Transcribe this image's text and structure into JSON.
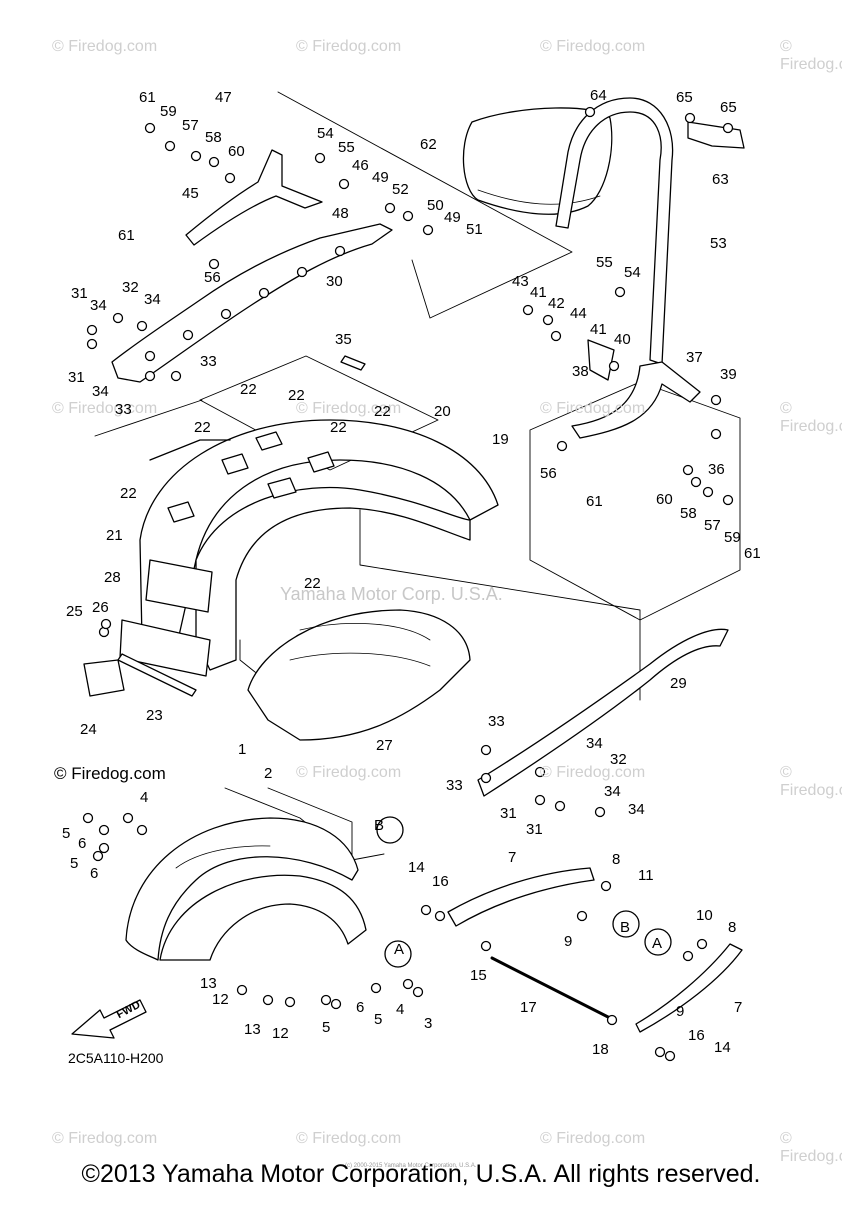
{
  "watermark_text": "© Firedog.com",
  "inline_watermark": "© Firedog.com",
  "center_watermark": "Yamaha Motor Corp. U.S.A.",
  "drawing_code": "2C5A110-H200",
  "fwd_label": "FWD",
  "tiny_note": "(c) 2000-2015 Yamaha Motor Corporation, U.S.A.",
  "copyright": "©2013 Yamaha Motor Corporation, U.S.A. All rights reserved.",
  "part_labels": [
    "61",
    "59",
    "57",
    "58",
    "60",
    "47",
    "45",
    "61",
    "54",
    "55",
    "46",
    "49",
    "52",
    "48",
    "50",
    "49",
    "51",
    "30",
    "56",
    "31",
    "32",
    "34",
    "34",
    "31",
    "34",
    "33",
    "33",
    "35",
    "62",
    "64",
    "65",
    "65",
    "63",
    "53",
    "55",
    "54",
    "43",
    "41",
    "42",
    "44",
    "41",
    "40",
    "38",
    "37",
    "39",
    "36",
    "56",
    "61",
    "60",
    "58",
    "57",
    "59",
    "61",
    "22",
    "22",
    "22",
    "22",
    "22",
    "20",
    "19",
    "22",
    "21",
    "28",
    "25",
    "26",
    "24",
    "23",
    "22",
    "27",
    "29",
    "33",
    "33",
    "34",
    "32",
    "34",
    "31",
    "34",
    "31",
    "1",
    "2",
    "4",
    "5",
    "6",
    "5",
    "6",
    "3",
    "4",
    "5",
    "6",
    "5",
    "13",
    "12",
    "13",
    "12",
    "B",
    "A",
    "14",
    "16",
    "7",
    "8",
    "11",
    "9",
    "B",
    "15",
    "17",
    "18",
    "A",
    "10",
    "8",
    "9",
    "7",
    "16",
    "14"
  ]
}
